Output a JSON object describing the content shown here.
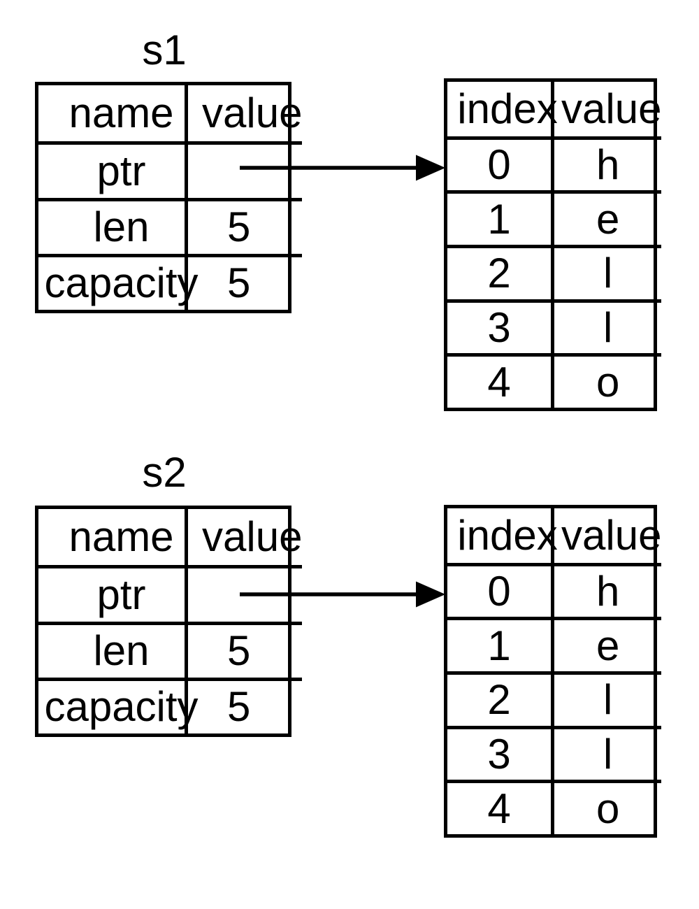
{
  "colors": {
    "background": "#ffffff",
    "line": "#000000",
    "text": "#000000"
  },
  "groups": [
    {
      "label": "s1",
      "stack": {
        "headers": [
          "name",
          "value"
        ],
        "rows": [
          [
            "ptr",
            ""
          ],
          [
            "len",
            "5"
          ],
          [
            "capacity",
            "5"
          ]
        ]
      },
      "heap": {
        "headers": [
          "index",
          "value"
        ],
        "rows": [
          [
            "0",
            "h"
          ],
          [
            "1",
            "e"
          ],
          [
            "2",
            "l"
          ],
          [
            "3",
            "l"
          ],
          [
            "4",
            "o"
          ]
        ]
      }
    },
    {
      "label": "s2",
      "stack": {
        "headers": [
          "name",
          "value"
        ],
        "rows": [
          [
            "ptr",
            ""
          ],
          [
            "len",
            "5"
          ],
          [
            "capacity",
            "5"
          ]
        ]
      },
      "heap": {
        "headers": [
          "index",
          "value"
        ],
        "rows": [
          [
            "0",
            "h"
          ],
          [
            "1",
            "e"
          ],
          [
            "2",
            "l"
          ],
          [
            "3",
            "l"
          ],
          [
            "4",
            "o"
          ]
        ]
      }
    }
  ]
}
